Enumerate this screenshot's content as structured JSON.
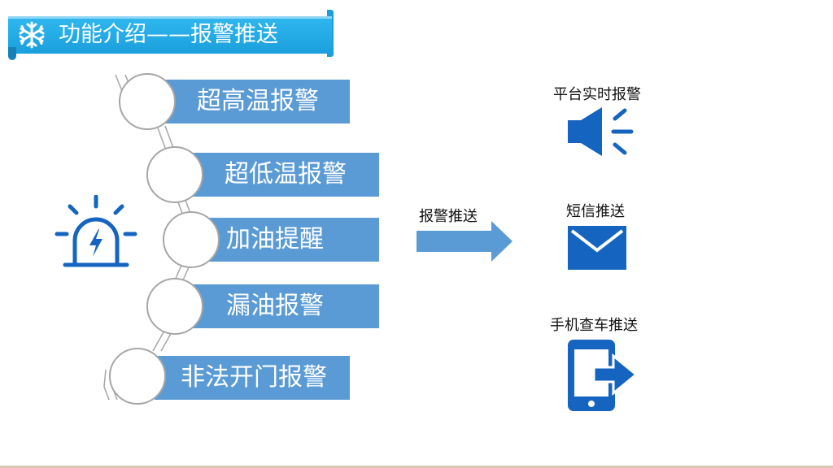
{
  "header": {
    "title": "功能介绍——报警推送",
    "icon": "snowflake-icon"
  },
  "alarms": [
    {
      "label": "超高温报警"
    },
    {
      "label": "超低温报警"
    },
    {
      "label": "加油提醒"
    },
    {
      "label": "漏油报警"
    },
    {
      "label": "非法开门报警"
    }
  ],
  "flow": {
    "label": "报警推送"
  },
  "channels": [
    {
      "label": "平台实时报警",
      "icon": "speaker-icon"
    },
    {
      "label": "短信推送",
      "icon": "envelope-icon"
    },
    {
      "label": "手机查车推送",
      "icon": "phone-push-icon"
    }
  ],
  "colors": {
    "banner": "#1a9fdc",
    "bar": "#5b9bd5",
    "icon": "#1565c0",
    "arrow": "#5b9bd5"
  }
}
